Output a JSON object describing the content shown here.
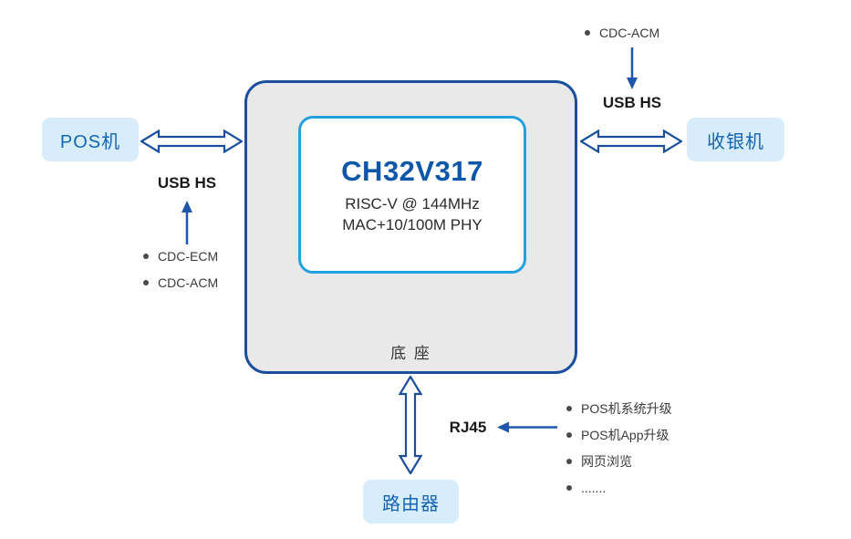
{
  "colors": {
    "border_dark_blue": "#1b4f9e",
    "inner_border_blue": "#22a0e0",
    "node_fill_light_blue": "#d7edfb",
    "node_text_blue": "#1565b5",
    "chip_title_blue": "#0c57a8",
    "base_fill_gray": "#e9e9e9",
    "solid_arrow_blue": "#1e57ab",
    "text_dark": "#333333"
  },
  "chip": {
    "title": "CH32V317",
    "subtitle1": "RISC-V @ 144MHz",
    "subtitle2": "MAC+10/100M PHY"
  },
  "base": {
    "label": "底  座"
  },
  "nodes": {
    "pos": "POS机",
    "cashier": "收银机",
    "router": "路由器"
  },
  "labels": {
    "usb_left": "USB HS",
    "usb_right": "USB HS",
    "rj45": "RJ45"
  },
  "lists": {
    "left": [
      "CDC-ECM",
      "CDC-ACM"
    ],
    "top_right": [
      "CDC-ACM"
    ],
    "bottom_right": [
      "POS机系统升级",
      "POS机App升级",
      "网页浏览",
      "......."
    ]
  }
}
